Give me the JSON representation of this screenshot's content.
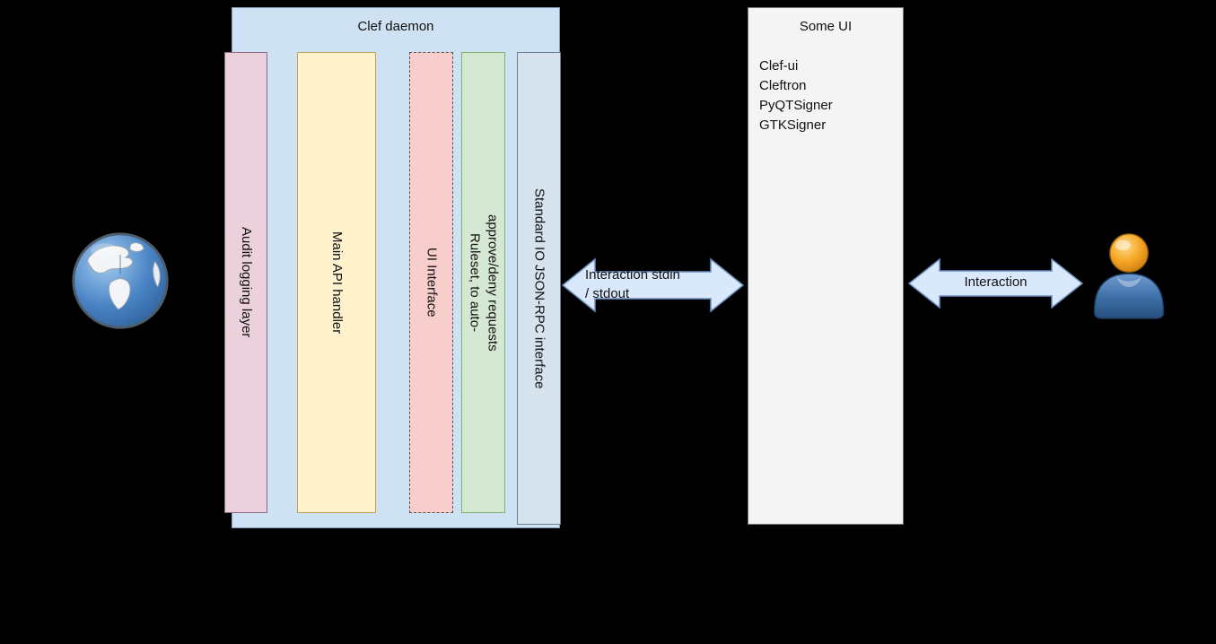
{
  "diagram": {
    "clef": {
      "title": "Clef daemon",
      "columns": [
        {
          "id": "audit",
          "label": "Audit logging layer"
        },
        {
          "id": "api",
          "label": "Main API handler"
        },
        {
          "id": "ui-interface",
          "label": "UI Interface"
        },
        {
          "id": "ruleset",
          "label": "Ruleset, to auto-approve/deny requests"
        },
        {
          "id": "stdio",
          "label": "Standard IO JSON-RPC interface"
        }
      ]
    },
    "some_ui": {
      "title": "Some UI",
      "items": [
        "Clef-ui",
        "Cleftron",
        "PyQTSigner",
        "GTKSigner"
      ]
    },
    "arrows": {
      "stdio": {
        "line1": "Interaction stdin",
        "line2": "/ stdout"
      },
      "user": {
        "label": "Interaction"
      }
    },
    "icons": {
      "left": "globe-icon",
      "right": "user-icon"
    },
    "colors": {
      "background": "#000000",
      "clef_box_fill": "#cfe2f3",
      "some_ui_fill": "#f4f4f4",
      "arrow_fill": "#dae8fc",
      "arrow_stroke": "#6c8ebf",
      "audit_fill": "#ead1dc",
      "api_fill": "#fff2cc",
      "ui_interface_fill": "#f8cecc",
      "ruleset_fill": "#d5e8d4",
      "stdio_fill": "#d6e2ec"
    }
  }
}
